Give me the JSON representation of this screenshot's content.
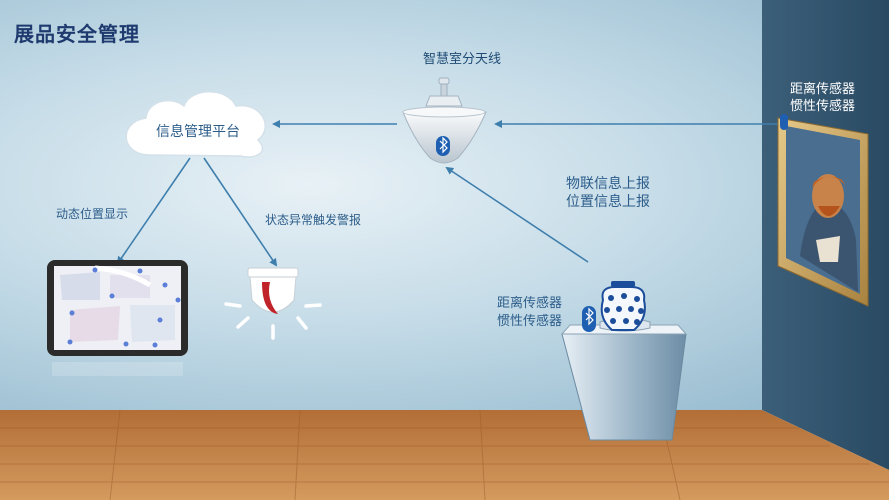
{
  "title": "展品安全管理",
  "antenna": {
    "label": "智慧室分天线"
  },
  "cloud": {
    "label": "信息管理平台"
  },
  "links": {
    "dynamic_position": "动态位置显示",
    "alarm": "状态异常触发警报",
    "report_line1": "物联信息上报",
    "report_line2": "位置信息上报"
  },
  "painting_sensors": {
    "line1": "距离传感器",
    "line2": "惯性传感器"
  },
  "vase_sensors": {
    "line1": "距离传感器",
    "line2": "惯性传感器"
  },
  "colors": {
    "arrow": "#3f7fae",
    "title": "#1e3a6e",
    "text": "#2c5d8a"
  }
}
